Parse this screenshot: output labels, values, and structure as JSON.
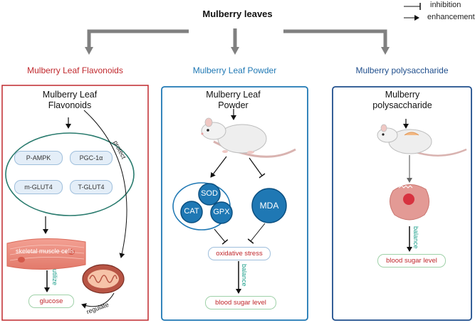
{
  "title": "Mulberry leaves",
  "legend": {
    "inhibition": "inhibition",
    "enhancement": "enhancement"
  },
  "sections": {
    "flavonoids": {
      "heading": "Mulberry Leaf Flavonoids",
      "panel_title": "Mulberry Leaf\nFlavonoids",
      "targets": [
        "P-AMPK",
        "PGC-1α",
        "m-GLUT4",
        "T-GLUT4"
      ],
      "muscle": "skeletal muscle cells",
      "protect": "protect",
      "utilize": "utilize",
      "regulate": "regulate",
      "glucose": "glucose"
    },
    "powder": {
      "heading": "Mulberry Leaf Powder",
      "panel_title": "Mulberry Leaf\nPowder",
      "sod": "SOD",
      "cat": "CAT",
      "gpx": "GPX",
      "mda": "MDA",
      "oxidative": "oxidative stress",
      "balance": "balance",
      "blood_sugar": "blood sugar level"
    },
    "polysaccharide": {
      "heading": "Mulberry polysaccharide",
      "panel_title": "Mulberry\npolysaccharide",
      "balance": "balance",
      "blood_sugar": "blood sugar level"
    }
  },
  "colors": {
    "flavonoids_accent": "#c0282d",
    "powder_accent": "#1f78b4",
    "polysaccharide_accent": "#1f4e8c",
    "ellipse_border": "#2a7b6e",
    "balance_text": "#1b9e8a",
    "arrow_gray": "#808080"
  }
}
